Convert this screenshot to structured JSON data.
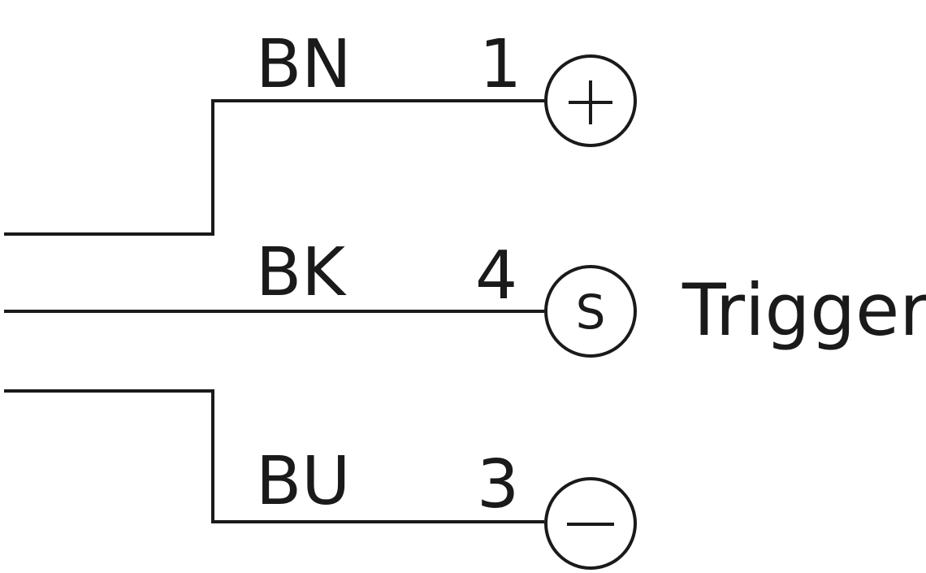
{
  "wires": [
    {
      "color_code": "BN",
      "pin": "1",
      "terminal": "+",
      "terminal_icon": "plus-icon"
    },
    {
      "color_code": "BK",
      "pin": "4",
      "terminal": "S",
      "terminal_icon": "signal-s-icon",
      "signal_label": "Trigger"
    },
    {
      "color_code": "BU",
      "pin": "3",
      "terminal": "−",
      "terminal_icon": "minus-icon"
    }
  ],
  "colors": {
    "line": "#1a1a1a",
    "background": "#ffffff"
  }
}
